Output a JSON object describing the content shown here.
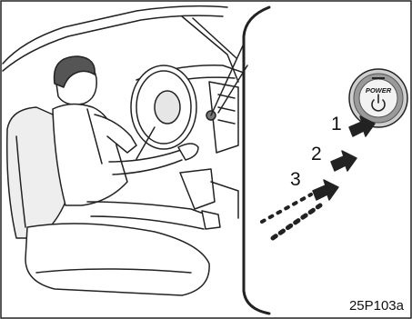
{
  "figure": {
    "step_1": "1",
    "step_2": "2",
    "step_3": "3",
    "button_label": "POWER",
    "figure_code": "25P103a",
    "colors": {
      "line": "#222222",
      "fill_light": "#ffffff",
      "shade": "#c8c8c8",
      "button_ring": "#9a9a9a",
      "button_face": "#f2f2f2"
    }
  }
}
